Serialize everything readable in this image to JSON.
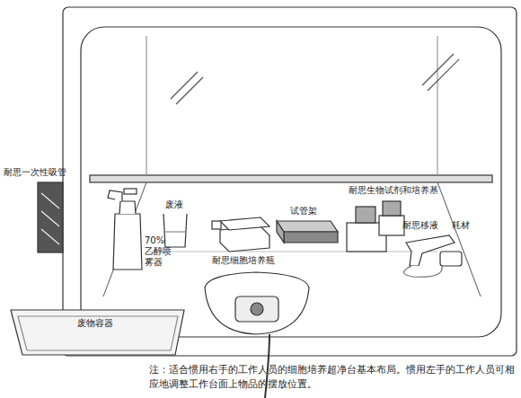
{
  "diagram": {
    "caption": "注：适合惯用右手的工作人员的细胞培养超净台基本布局。惯用左手的工作人员可相应地调整工作台面上物品的摆放位置。",
    "labels": [
      "耐思一次性吸管",
      "废液",
      "70% 乙醇喷 雾器",
      "耐思细胞培养瓶",
      "试管架",
      "耐思生物试剂和培养基",
      "耐思移液",
      "耗材",
      "废物容器"
    ]
  }
}
